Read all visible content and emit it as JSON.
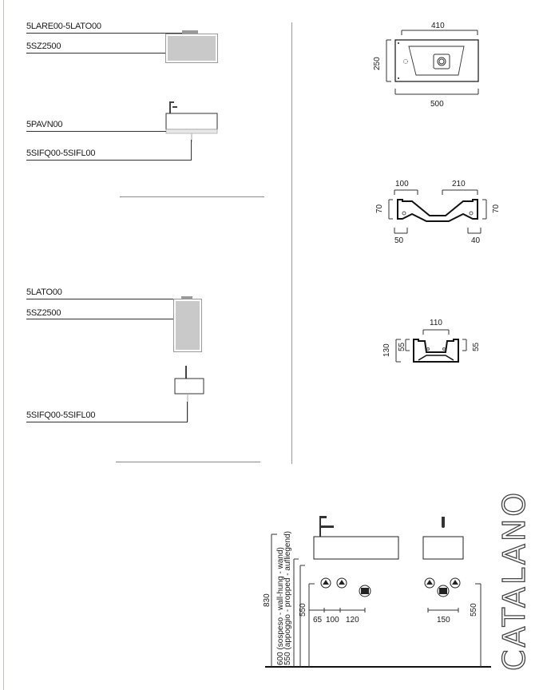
{
  "left_column": {
    "section1": {
      "code_top": "5LARE00-5LATO00",
      "mirror_code": "5SZ2500",
      "basin_code": "5PAVN00",
      "siphon_code": "5SIFQ00-5SIFL00"
    },
    "section2": {
      "code_top": "5LATO00",
      "mirror_code": "5SZ2500",
      "siphon_code": "5SIFQ00-5SIFL00"
    }
  },
  "right_column": {
    "plan_view": {
      "width_top": "410",
      "depth": "250",
      "width_bottom": "500"
    },
    "section_a": {
      "top_left": "100",
      "top_right": "210",
      "left_height": "70",
      "right_height": "70",
      "bottom_left": "50",
      "bottom_right": "40"
    },
    "section_b": {
      "top": "110",
      "total_height": "130",
      "left_height": "55",
      "right_height": "55"
    }
  },
  "elevation": {
    "total_height": "830",
    "mount_note_1": "600 (sospeso - wall-hung - wand)",
    "mount_note_2": "550 (appoggio - propped - aufliegend)",
    "left_height": "550",
    "right_height": "550",
    "dim_65": "65",
    "dim_100": "100",
    "dim_120": "120",
    "dim_150": "150"
  },
  "brand": {
    "name": "CATALANO"
  }
}
